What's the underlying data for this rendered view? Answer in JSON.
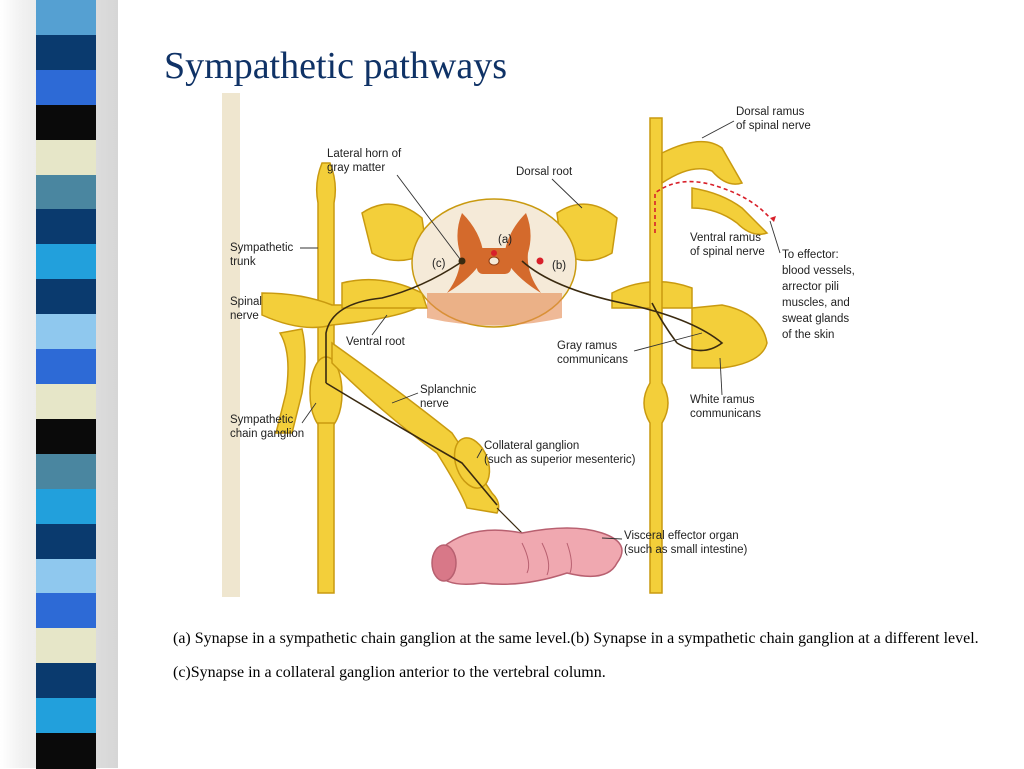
{
  "slide": {
    "title": "Sympathetic pathways",
    "caption": "(a) Synapse in a sympathetic chain ganglion at the same level.(b) Synapse in a sympathetic chain ganglion at a different level. (c)Synapse in a collateral ganglion anterior to the vertebral column."
  },
  "stripe_colors": [
    "#55a0d2",
    "#0a3a6e",
    "#2d6ad6",
    "#0a0a0a",
    "#e6e6c8",
    "#4a86a0",
    "#0a3a6e",
    "#22a0dc",
    "#0a3a6e",
    "#8fc8ee",
    "#2d6ad6",
    "#e6e6c8",
    "#0a0a0a",
    "#4a86a0",
    "#22a0dc",
    "#0a3a6e",
    "#8fc8ee",
    "#2d6ad6",
    "#e6e6c8",
    "#0a3a6e",
    "#22a0dc",
    "#0a0a0a"
  ],
  "diagram": {
    "labels": {
      "lateral_horn_1": "Lateral horn of",
      "lateral_horn_2": "gray matter",
      "dorsal_root": "Dorsal root",
      "dorsal_ramus_1": "Dorsal ramus",
      "dorsal_ramus_2": "of spinal nerve",
      "sympathetic_trunk_1": "Sympathetic",
      "sympathetic_trunk_2": "trunk",
      "spinal_nerve_1": "Spinal",
      "spinal_nerve_2": "nerve",
      "ventral_root": "Ventral root",
      "marker_a": "(a)",
      "marker_b": "(b)",
      "marker_c": "(c)",
      "ventral_ramus_1": "Ventral ramus",
      "ventral_ramus_2": "of spinal nerve",
      "to_effector_1": "To effector:",
      "to_effector_2": "blood vessels,",
      "to_effector_3": "arrector pili",
      "to_effector_4": "muscles, and",
      "to_effector_5": "sweat glands",
      "to_effector_6": "of the skin",
      "gray_ramus_1": "Gray ramus",
      "gray_ramus_2": "communicans",
      "splanchnic_1": "Splanchnic",
      "splanchnic_2": "nerve",
      "white_ramus_1": "White ramus",
      "white_ramus_2": "communicans",
      "chain_ganglion_1": "Sympathetic",
      "chain_ganglion_2": "chain ganglion",
      "collateral_1": "Collateral ganglion",
      "collateral_2": "(such as superior mesenteric)",
      "visceral_1": "Visceral effector organ",
      "visceral_2": "(such as small intestine)"
    },
    "colors": {
      "nerve": "#f3cf3a",
      "nerve_outline": "#c99a10",
      "gray_matter": "#d46a2c",
      "white_matter": "#f5ead8",
      "intestine": "#f0a8b0",
      "fiber": "#3a2a10",
      "preganglionic_red": "#d8202a"
    }
  }
}
